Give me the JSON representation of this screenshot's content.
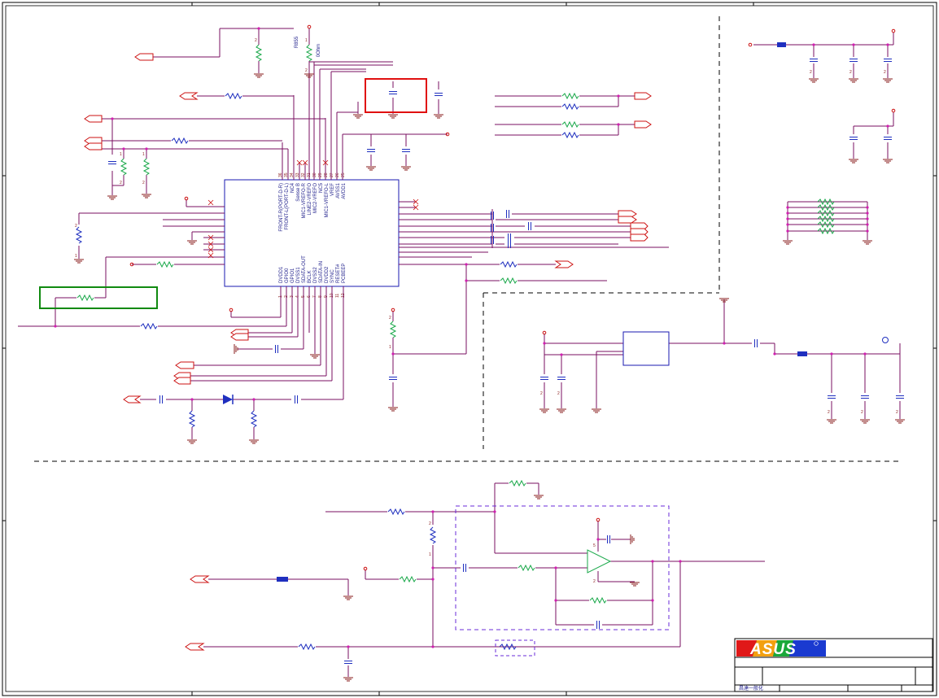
{
  "ic_left_pins": [
    "FRONT-R(PORT-D-R)",
    "FRONT-L(PORT-D-L)",
    "NC4",
    "Sense B",
    "MIC1-VREFO-R",
    "LINE2-VREFO",
    "MIC2-VREFO",
    "NC5",
    "MIC1-VREFO-L",
    "VREF",
    "AVSS1",
    "AVDD1"
  ],
  "ic_left_nums": [
    "36",
    "35",
    "34",
    "33",
    "32",
    "31",
    "30",
    "29",
    "28",
    "27",
    "26",
    "25"
  ],
  "ic_bottom_pins": [
    "DVDD1",
    "GPIO0",
    "GPIO1",
    "DVSS1",
    "SDATA-OUT",
    "BCLK",
    "DVSS2",
    "SDATA-IN",
    "DVDD2",
    "SYNC",
    "RESET#",
    "PCBEEP"
  ],
  "ic_bottom_nums": [
    "1",
    "2",
    "3",
    "4",
    "5",
    "6",
    "7",
    "8",
    "9",
    "10",
    "11",
    "12"
  ],
  "ref_r855": "R855",
  "ref_ohm": "0Ohm",
  "pin_1": "1",
  "pin_2": "2",
  "pin_5": "5",
  "tb_footer": "昌達一般化",
  "logo_text": "ASUS",
  "colors": {
    "wire": "#7a0f60",
    "resistor": "#1f2fbf",
    "resistor_alt": "#1aa84a",
    "port": "#cc1111",
    "ic": "#1a1ab0",
    "highlight_red": "#e01010",
    "highlight_green": "#108a10",
    "dashed": "#6a2bd8"
  }
}
